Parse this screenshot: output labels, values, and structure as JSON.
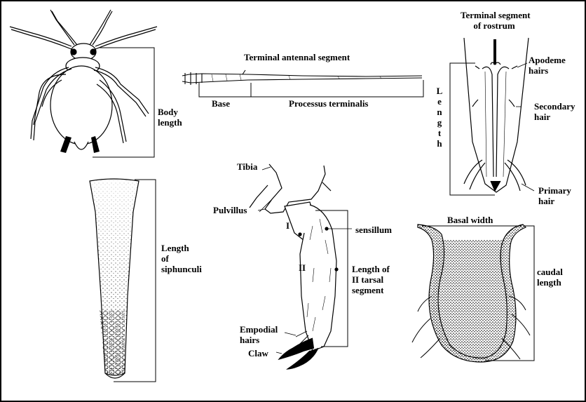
{
  "labels": {
    "body_length_1": "Body",
    "body_length_2": "length",
    "terminal_antennal_segment": "Terminal antennal segment",
    "base": "Base",
    "processus_terminalis": "Processus terminalis",
    "rostrum_title_1": "Terminal segment",
    "rostrum_title_2": "of rostrum",
    "apodeme_1": "Apodeme",
    "apodeme_2": "hairs",
    "secondary_1": "Secondary",
    "secondary_2": "hair",
    "primary_1": "Primary",
    "primary_2": "hair",
    "length_vertical": [
      "L",
      "e",
      "n",
      "g",
      "t",
      "h"
    ],
    "siph_1": "Length",
    "siph_2": "of",
    "siph_3": "siphunculi",
    "tibia": "Tibia",
    "pulvillus": "Pulvillus",
    "numeral_i": "I",
    "numeral_ii": "II",
    "sensillum": "sensillum",
    "tarsal_1": "Length of",
    "tarsal_2": "II tarsal",
    "tarsal_3": "segment",
    "empodial_1": "Empodial",
    "empodial_2": "hairs",
    "claw": "Claw",
    "basal_width": "Basal width",
    "caudal_1": "caudal",
    "caudal_2": "length"
  },
  "colors": {
    "ink": "#000000",
    "paper": "#ffffff"
  }
}
